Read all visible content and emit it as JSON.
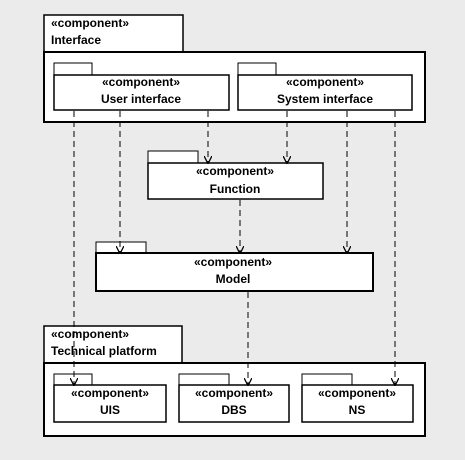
{
  "stereotype": "«component»",
  "packages": {
    "interface": {
      "name": "Interface"
    },
    "technical_platform": {
      "name": "Technical platform"
    }
  },
  "components": {
    "user_interface": {
      "name": "User interface"
    },
    "system_interface": {
      "name": "System interface"
    },
    "function": {
      "name": "Function"
    },
    "model": {
      "name": "Model"
    },
    "uis": {
      "name": "UIS"
    },
    "dbs": {
      "name": "DBS"
    },
    "ns": {
      "name": "NS"
    }
  }
}
